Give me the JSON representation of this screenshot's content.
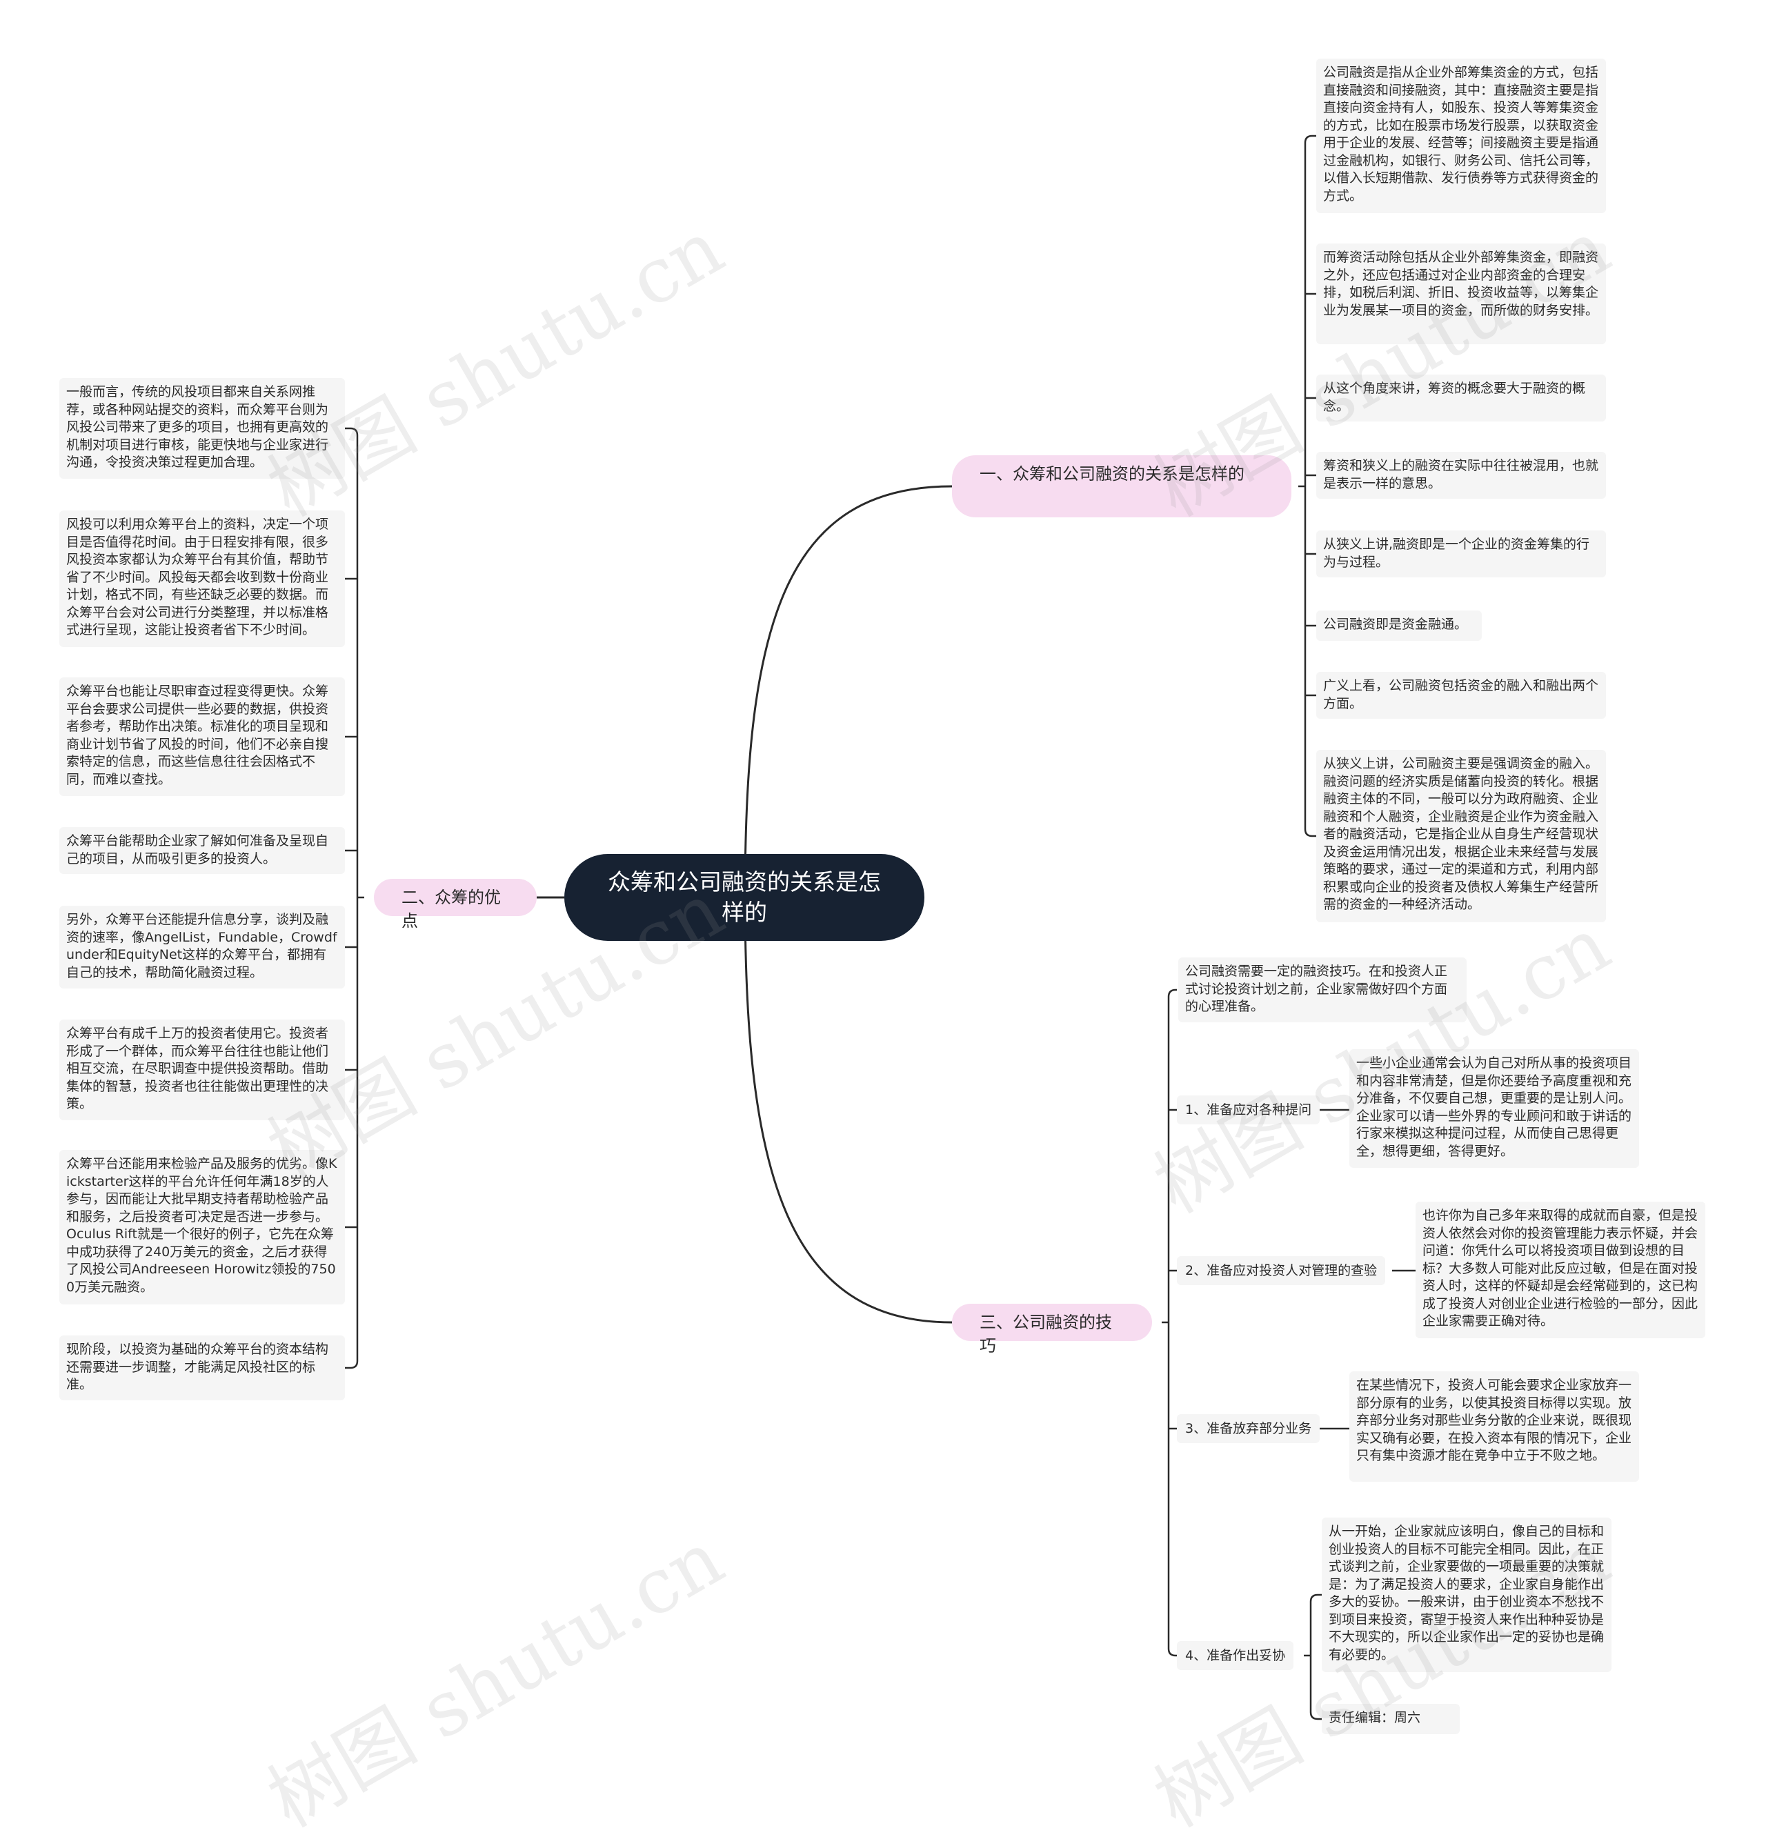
{
  "watermark": "树图 shutu.cn",
  "colors": {
    "root_bg": "#172232",
    "branch_bg": "#f7dcf0",
    "note_bg": "#f5f5f5",
    "line": "#2a2a2a"
  },
  "root": {
    "text": "众筹和公司融资的关系是怎样的"
  },
  "branches": {
    "b1": {
      "label": "一、众筹和公司融资的关系是怎样的"
    },
    "b2": {
      "label": "二、众筹的优点"
    },
    "b3": {
      "label": "三、公司融资的技巧"
    }
  },
  "b1_notes": [
    "公司融资是指从企业外部筹集资金的方式，包括直接融资和间接融资，其中：直接融资主要是指直接向资金持有人，如股东、投资人等筹集资金的方式，比如在股票市场发行股票，以获取资金用于企业的发展、经营等；间接融资主要是指通过金融机构，如银行、财务公司、信托公司等，以借入长短期借款、发行债券等方式获得资金的方式。",
    "而筹资活动除包括从企业外部筹集资金，即融资之外，还应包括通过对企业内部资金的合理安排，如税后利润、折旧、投资收益等，以筹集企业为发展某一项目的资金，而所做的财务安排。",
    "从这个角度来讲，筹资的概念要大于融资的概念。",
    "筹资和狭义上的融资在实际中往往被混用，也就是表示一样的意思。",
    "从狭义上讲,融资即是一个企业的资金筹集的行为与过程。",
    "公司融资即是资金融通。",
    "广义上看，公司融资包括资金的融入和融出两个方面。",
    "从狭义上讲，公司融资主要是强调资金的融入。融资问题的经济实质是储蓄向投资的转化。根据融资主体的不同，一般可以分为政府融资、企业融资和个人融资，企业融资是企业作为资金融入者的融资活动，它是指企业从自身生产经营现状及资金运用情况出发，根据企业未来经营与发展策略的要求，通过一定的渠道和方式，利用内部积累或向企业的投资者及债权人筹集生产经营所需的资金的一种经济活动。"
  ],
  "b2_notes": [
    "一般而言，传统的风投项目都来自关系网推荐，或各种网站提交的资料，而众筹平台则为风投公司带来了更多的项目，也拥有更高效的机制对项目进行审核，能更快地与企业家进行沟通，令投资决策过程更加合理。",
    "风投可以利用众筹平台上的资料，决定一个项目是否值得花时间。由于日程安排有限，很多风投资本家都认为众筹平台有其价值，帮助节省了不少时间。风投每天都会收到数十份商业计划，格式不同，有些还缺乏必要的数据。而众筹平台会对公司进行分类整理，并以标准格式进行呈现，这能让投资者省下不少时间。",
    "众筹平台也能让尽职审查过程变得更快。众筹平台会要求公司提供一些必要的数据，供投资者参考，帮助作出决策。标准化的项目呈现和商业计划节省了风投的时间，他们不必亲自搜索特定的信息，而这些信息往往会因格式不同，而难以查找。",
    "众筹平台能帮助企业家了解如何准备及呈现自己的项目，从而吸引更多的投资人。",
    "另外，众筹平台还能提升信息分享，谈判及融资的速率，像AngelList，Fundable，Crowdfunder和EquityNet这样的众筹平台，都拥有自己的技术，帮助简化融资过程。",
    "众筹平台有成千上万的投资者使用它。投资者形成了一个群体，而众筹平台往往也能让他们相互交流，在尽职调查中提供投资帮助。借助集体的智慧，投资者也往往能做出更理性的决策。",
    "众筹平台还能用来检验产品及服务的优劣。像Kickstarter这样的平台允许任何年满18岁的人参与，因而能让大批早期支持者帮助检验产品和服务，之后投资者可决定是否进一步参与。Oculus Rift就是一个很好的例子，它先在众筹中成功获得了240万美元的资金，之后才获得了风投公司Andreeseen Horowitz领投的7500万美元融资。",
    "现阶段，以投资为基础的众筹平台的资本结构还需要进一步调整，才能满足风投社区的标准。"
  ],
  "b3": {
    "intro": "公司融资需要一定的融资技巧。在和投资人正式讨论投资计划之前，企业家需做好四个方面的心理准备。",
    "subs": [
      {
        "label": "1、准备应对各种提问",
        "notes": [
          "一些小企业通常会认为自己对所从事的投资项目和内容非常清楚，但是你还要给予高度重视和充分准备，不仅要自己想，更重要的是让别人问。企业家可以请一些外界的专业顾问和敢于讲话的行家来模拟这种提问过程，从而使自己思得更全，想得更细，答得更好。"
        ]
      },
      {
        "label": "2、准备应对投资人对管理的查验",
        "notes": [
          "也许你为自己多年来取得的成就而自豪，但是投资人依然会对你的投资管理能力表示怀疑，并会问道：你凭什么可以将投资项目做到设想的目标？大多数人可能对此反应过敏，但是在面对投资人时，这样的怀疑却是会经常碰到的，这已构成了投资人对创业企业进行检验的一部分，因此企业家需要正确对待。"
        ]
      },
      {
        "label": "3、准备放弃部分业务",
        "notes": [
          "在某些情况下，投资人可能会要求企业家放弃一部分原有的业务，以使其投资目标得以实现。放弃部分业务对那些业务分散的企业来说，既很现实又确有必要，在投入资本有限的情况下，企业只有集中资源才能在竞争中立于不败之地。"
        ]
      },
      {
        "label": "4、准备作出妥协",
        "notes": [
          "从一开始，企业家就应该明白，像自己的目标和创业投资人的目标不可能完全相同。因此，在正式谈判之前，企业家要做的一项最重要的决策就是：为了满足投资人的要求，企业家自身能作出多大的妥协。一般来讲，由于创业资本不愁找不到项目来投资，寄望于投资人来作出种种妥协是不大现实的，所以企业家作出一定的妥协也是确有必要的。",
          "责任编辑：周六"
        ]
      }
    ]
  }
}
